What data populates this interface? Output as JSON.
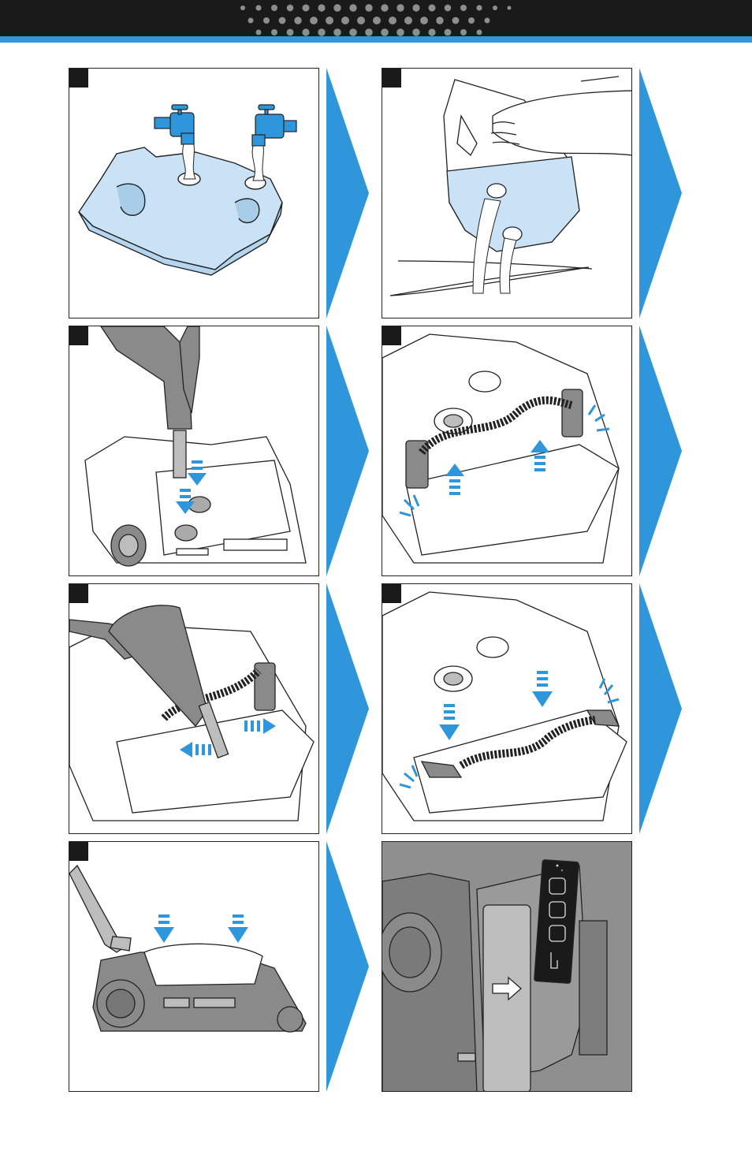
{
  "colors": {
    "bar": "#1a1a1a",
    "accent": "#2f96dc",
    "water": "#c9e2f5",
    "panel_border": "#222222",
    "gray_dark": "#8a8a8a",
    "gray_light": "#bdbdbd"
  },
  "steps": [
    {
      "id": 1,
      "scene": "filling-tank-from-faucets"
    },
    {
      "id": 2,
      "scene": "emptying-tank-by-hand"
    },
    {
      "id": 3,
      "scene": "hose-suction-on-tank-openings"
    },
    {
      "id": 4,
      "scene": "lifting-brush-roll-out"
    },
    {
      "id": 5,
      "scene": "cleaning-tray-with-hose"
    },
    {
      "id": 6,
      "scene": "pressing-brush-roll-back"
    },
    {
      "id": 7,
      "scene": "reinstalling-tank-on-machine"
    },
    {
      "id": 8,
      "scene": "selector-switch-closeup"
    }
  ]
}
